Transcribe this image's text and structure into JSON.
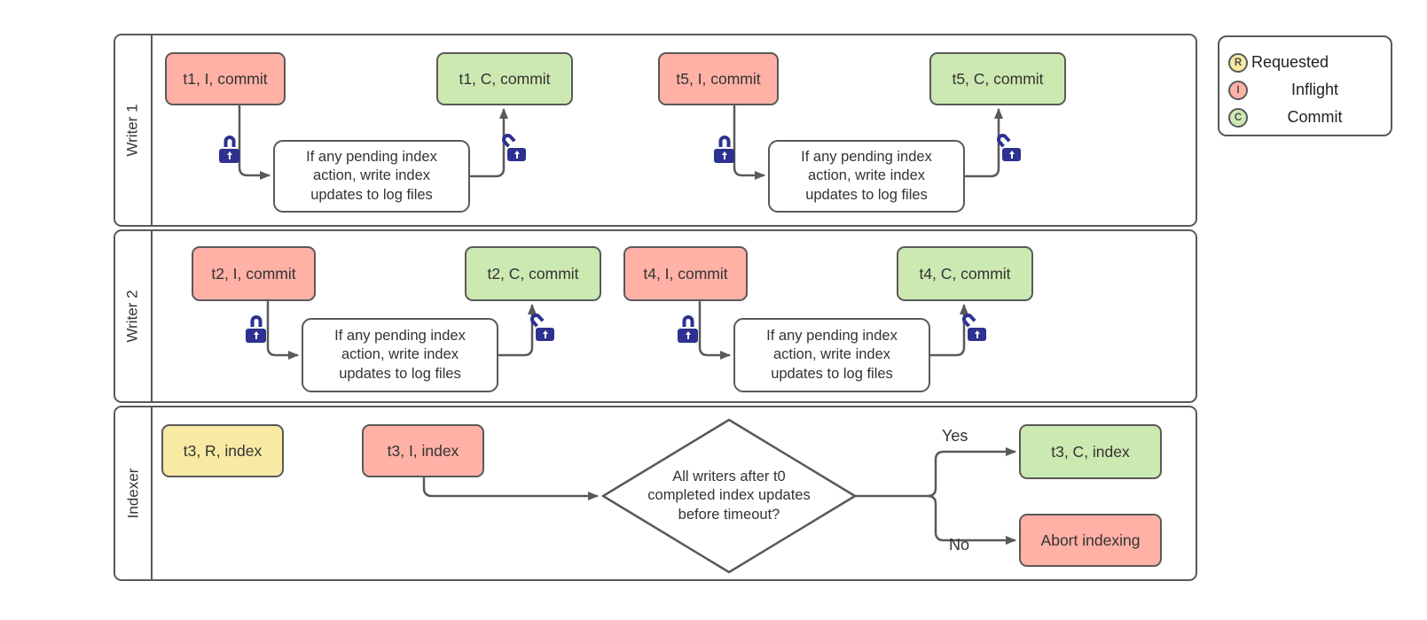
{
  "colors": {
    "inflight_fill": "#ffb1a6",
    "commit_fill": "#cde9b2",
    "requested_fill": "#f8e9a3",
    "node_border": "#595959",
    "connector": "#595959",
    "lock_icon": "#2d318f",
    "text": "#333333"
  },
  "legend": {
    "items": [
      {
        "letter": "R",
        "label": "Requested",
        "kind": "requested"
      },
      {
        "letter": "I",
        "label": "Inflight",
        "kind": "inflight"
      },
      {
        "letter": "C",
        "label": "Commit",
        "kind": "commit"
      }
    ]
  },
  "lanes": {
    "writer1": {
      "label": "Writer 1",
      "flow1": {
        "start": "t1, I, commit",
        "process": "If any pending index action, write index updates to log files",
        "end": "t1, C, commit"
      },
      "flow2": {
        "start": "t5, I, commit",
        "process": "If any pending index action, write index updates to log files",
        "end": "t5, C, commit"
      }
    },
    "writer2": {
      "label": "Writer 2",
      "flow1": {
        "start": "t2, I, commit",
        "process": "If any pending index action, write index updates to log files",
        "end": "t2, C, commit"
      },
      "flow2": {
        "start": "t4, I, commit",
        "process": "If any pending index action, write index updates to log files",
        "end": "t4, C, commit"
      }
    },
    "indexer": {
      "label": "Indexer",
      "requested": "t3, R, index",
      "inflight": "t3, I, index",
      "decision": "All writers after t0 completed index updates before timeout?",
      "yes_label": "Yes",
      "no_label": "No",
      "commit": "t3, C, index",
      "abort": "Abort indexing"
    }
  }
}
